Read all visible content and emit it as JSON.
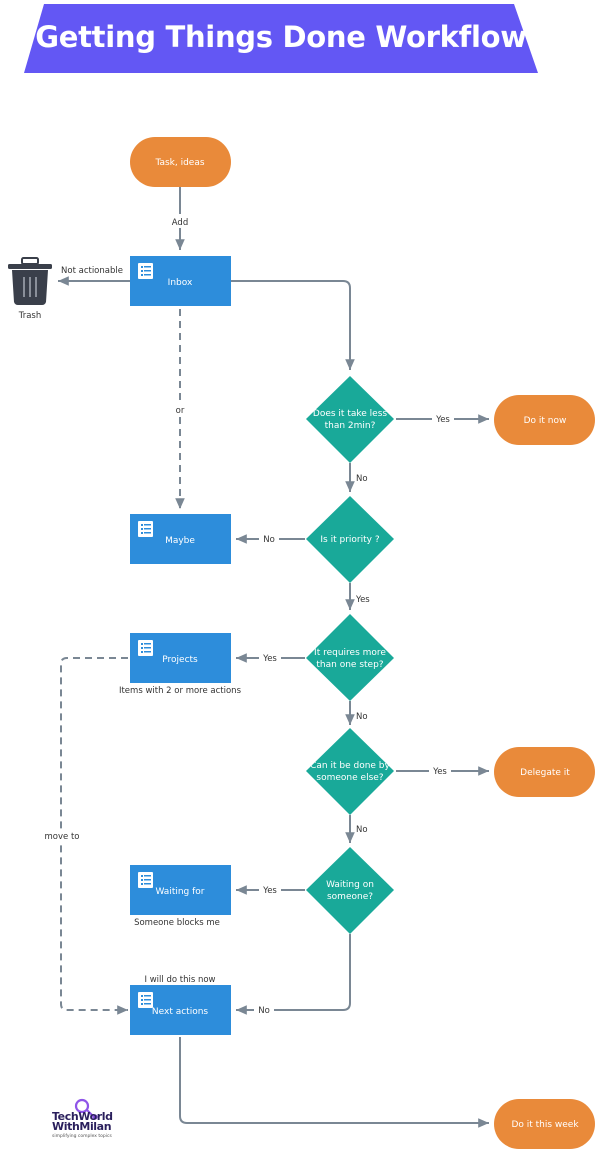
{
  "title": "Getting Things Done Workflow",
  "nodes": {
    "task_ideas": "Task, ideas",
    "inbox": "Inbox",
    "trash": "Trash",
    "two_min_1": "Does it take less",
    "two_min_2": "than 2min?",
    "do_it_now": "Do it now",
    "maybe": "Maybe",
    "priority": "Is it priority ?",
    "one_step_1": "It requires more",
    "one_step_2": "than one step?",
    "projects": "Projects",
    "projects_note": "Items with 2 or more actions",
    "someone_else_1": "Can it be done by",
    "someone_else_2": "someone else?",
    "delegate": "Delegate it",
    "waiting_on_1": "Waiting on",
    "waiting_on_2": "someone?",
    "waiting_for": "Waiting for",
    "waiting_for_note": "Someone blocks me",
    "next_actions": "Next actions",
    "next_actions_note": "I will do this now",
    "do_this_week": "Do it this week"
  },
  "edges": {
    "add": "Add",
    "not_actionable": "Not actionable",
    "or": "or",
    "yes_do_now": "Yes",
    "no_priority": "No",
    "no_maybe": "No",
    "yes_step": "Yes",
    "yes_projects": "Yes",
    "no_someone": "No",
    "yes_delegate": "Yes",
    "no_waiting": "No",
    "yes_waiting": "Yes",
    "no_next": "No",
    "move_to": "move to"
  },
  "logo": {
    "line1": "TechWorld",
    "line2": "WithMilan",
    "tagline": "simplifying complex topics"
  },
  "colors": {
    "banner": "#6357f4",
    "terminal": "#e98a3a",
    "box": "#2d8ddb",
    "decision": "#19a999",
    "line": "#7a8794"
  }
}
